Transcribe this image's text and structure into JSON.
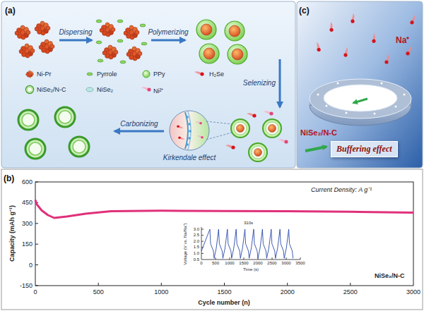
{
  "diagram": {
    "nodes": [
      {
        "text": [
          "(a)"
        ]
      },
      {
        "text": [
          "(c)"
        ]
      },
      {
        "text": [
          "Buffering effect"
        ],
        "in": 1
      },
      {
        "text": [
          "(b)"
        ]
      }
    ],
    "labels": [
      "Dispersing",
      "Polymerizing",
      "Selenizing",
      "Carbonizing",
      "Kirkendale effect",
      "Na⁺",
      "NiSe₂/N-C",
      "600",
      "450",
      "300",
      "150",
      "0",
      "-150",
      "0",
      "500",
      "1000",
      "1500",
      "2000",
      "2500",
      "3000",
      "Capacity (mAh g⁻¹)",
      "Cycle number (n)",
      "Current Density: A g⁻¹",
      "NiSe₂/N-C",
      "310s",
      "3.0",
      "2.5",
      "2.0",
      "1.5",
      "1.0",
      "0.5",
      "0",
      "500",
      "1000",
      "1500",
      "2000",
      "2500",
      "3000",
      "3500",
      "Time (s)",
      "Voltage (V vs. Na/Na⁺)"
    ],
    "legend": [
      {
        "text": "Ni-Pr"
      },
      {
        "text": "Pyrrole"
      },
      {
        "text": "PPy"
      },
      {
        "text": "H₂Se"
      },
      {
        "text": "NiSe₂/N-C"
      },
      {
        "text": "NiSe₂"
      },
      {
        "text": "Ni²⁺"
      }
    ]
  }
}
